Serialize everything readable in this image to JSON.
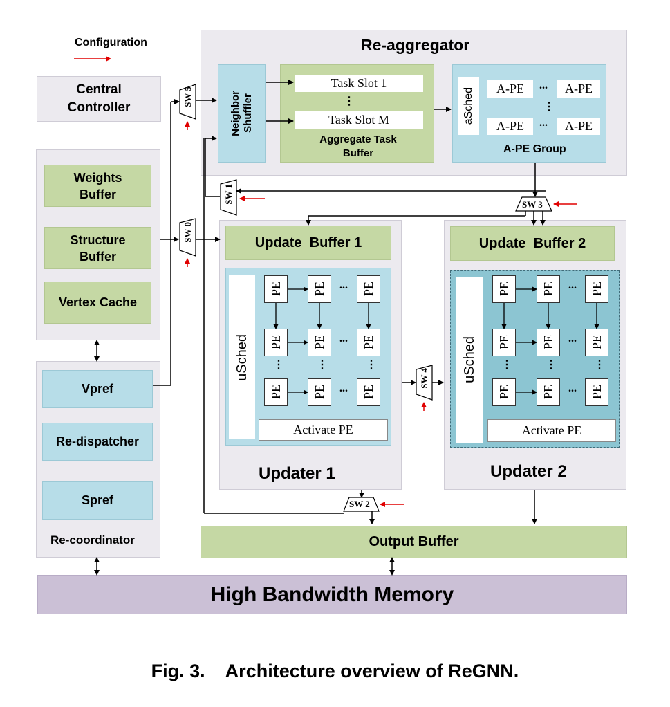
{
  "legend": {
    "configuration_label": "Configuration"
  },
  "central_controller": {
    "line1": "Central",
    "line2": "Controller"
  },
  "reaggregator": {
    "title": "Re-aggregator",
    "neighbor_shuffler_line1": "Neighbor",
    "neighbor_shuffler_line2": "Shuffler",
    "task_slot_1": "Task Slot 1",
    "task_slot_m": "Task Slot M",
    "aggregate_buffer_line1": "Aggregate Task",
    "aggregate_buffer_line2": "Buffer",
    "asched": "aSched",
    "ape": "A-PE",
    "ape_group": "A-PE Group"
  },
  "left_buffers": {
    "weights_line1": "Weights",
    "weights_line2": "Buffer",
    "structure_line1": "Structure",
    "structure_line2": "Buffer",
    "vertex_cache": "Vertex Cache"
  },
  "recoordinator": {
    "vpref": "Vpref",
    "redispatcher": "Re-dispatcher",
    "spref": "Spref",
    "title": "Re-coordinator"
  },
  "updater1": {
    "buffer": "Update  Buffer 1",
    "usched": "uSched",
    "activate": "Activate PE",
    "title": "Updater 1"
  },
  "updater2": {
    "buffer": "Update  Buffer 2",
    "usched": "uSched",
    "activate": "Activate PE",
    "title": "Updater 2"
  },
  "pe_label": "PE",
  "ellipsis": "...",
  "vdots": "⋮",
  "switches": {
    "sw0": "SW 0",
    "sw1": "SW 1",
    "sw2": "SW 2",
    "sw3": "SW 3",
    "sw4": "SW 4",
    "sw5": "SW 5"
  },
  "output_buffer": "Output Buffer",
  "hbm": "High Bandwidth Memory",
  "caption": "Fig. 3.    Architecture overview of ReGNN.",
  "colors": {
    "green": "#c5d8a4",
    "blue": "#b7dde8",
    "gray": "#eceaef",
    "hbm": "#cbc0d6",
    "config_arrow": "#e00000"
  }
}
